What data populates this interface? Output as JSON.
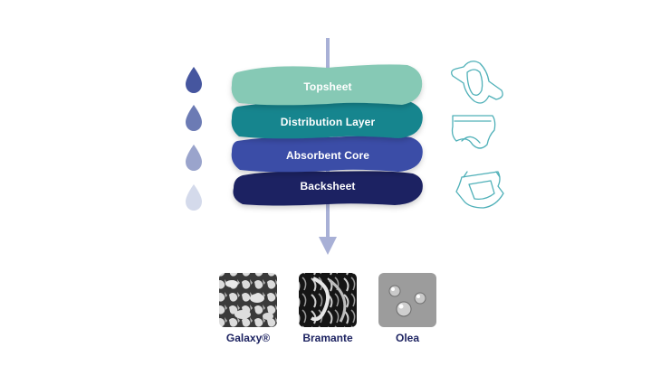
{
  "layers": [
    {
      "label": "Topsheet",
      "color": "#86c9b5"
    },
    {
      "label": "Distribution Layer",
      "color": "#16858e"
    },
    {
      "label": "Absorbent Core",
      "color": "#3a4ea7"
    },
    {
      "label": "Backsheet",
      "color": "#1e2462"
    }
  ],
  "drops": [
    {
      "color": "#46569f"
    },
    {
      "color": "#6c7bb4"
    },
    {
      "color": "#9aa4cc"
    },
    {
      "color": "#d4daeb"
    }
  ],
  "products": [
    {
      "icon": "sanitary-pad-icon"
    },
    {
      "icon": "brief-icon"
    },
    {
      "icon": "diaper-icon"
    }
  ],
  "materials": [
    {
      "label": "Galaxy®"
    },
    {
      "label": "Bramante"
    },
    {
      "label": "Olea"
    }
  ],
  "colors": {
    "arrow": "#a8b0d6",
    "label": "#1e2462",
    "icon_stroke": "#4fb0b8"
  }
}
